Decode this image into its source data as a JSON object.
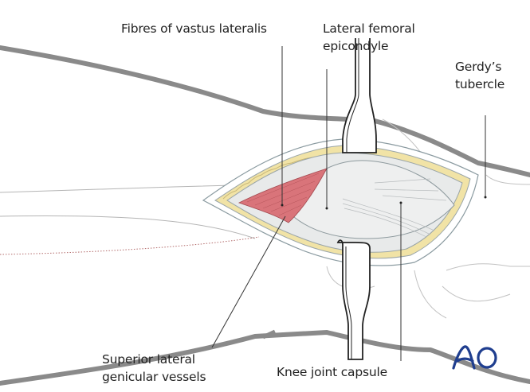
{
  "figure": {
    "title": "Lateral approach to the knee — surgical exposure",
    "labels": {
      "vastus": "Fibres of vastus lateralis",
      "epicondyle_line1": "Lateral femoral",
      "epicondyle_line2": "epicondyle",
      "gerdy_line1": "Gerdy’s",
      "gerdy_line2": "tubercle",
      "vessels_line1": "Superior lateral",
      "vessels_line2": "genicular vessels",
      "capsule": "Knee joint capsule"
    },
    "logo_text": "AO",
    "colors": {
      "limb_outline": "#8a8a8a",
      "fat_layer": "#f1e3a6",
      "muscle": "#d9747a",
      "capsule": "#e6e8e8",
      "logo": "#1f3e8f",
      "leader_line": "#333333"
    }
  }
}
